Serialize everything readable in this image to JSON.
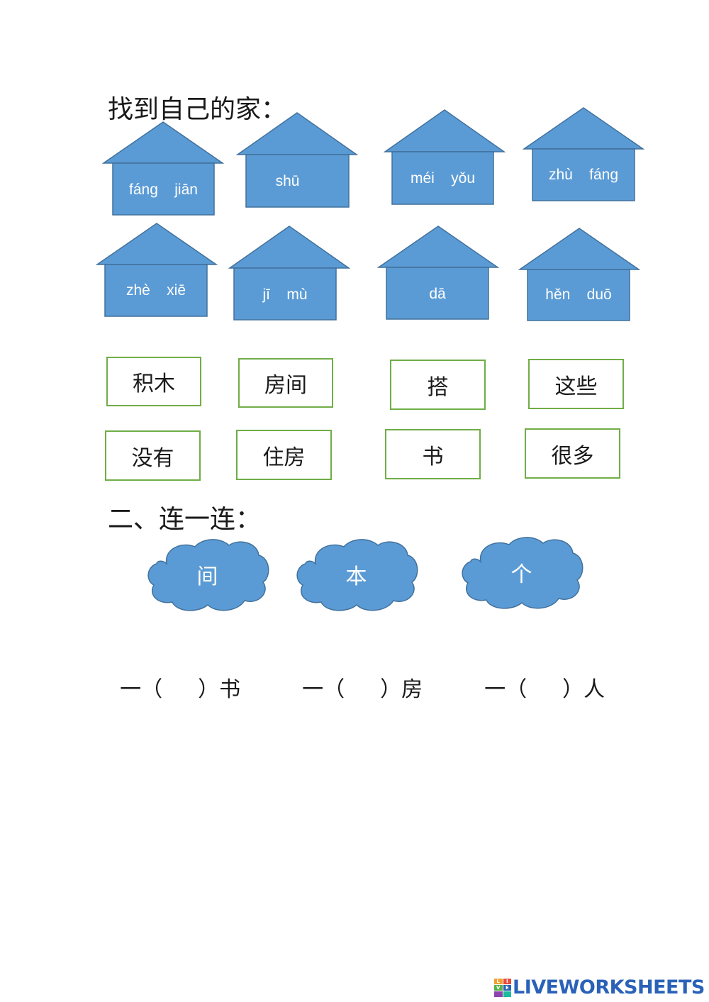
{
  "section1": {
    "title": "找到自己的家："
  },
  "houses": [
    {
      "label": "fáng    jiān"
    },
    {
      "label": "shū"
    },
    {
      "label": "méi    yǒu"
    },
    {
      "label": "zhù    fáng"
    },
    {
      "label": "zhè    xiē"
    },
    {
      "label": "jī    mù"
    },
    {
      "label": "dā"
    },
    {
      "label": "hěn    duō"
    }
  ],
  "words": [
    "积木",
    "房间",
    "搭",
    "这些",
    "没有",
    "住房",
    "书",
    "很多"
  ],
  "section2": {
    "title": "二、连一连："
  },
  "clouds": [
    "间",
    "本",
    "个"
  ],
  "phrases": [
    {
      "prefix": "一（",
      "suffix": "）书"
    },
    {
      "prefix": "一（",
      "suffix": "）房"
    },
    {
      "prefix": "一（",
      "suffix": "）人"
    }
  ],
  "colors": {
    "house_fill": "#5b9bd5",
    "house_stroke": "#41719c",
    "box_border": "#70ad47"
  },
  "icons": {
    "house": "house-shape",
    "cloud": "cloud-shape"
  },
  "brand": {
    "text": "LIVEWORKSHEETS",
    "logo_letters": [
      "L",
      "I",
      "V",
      "E"
    ]
  }
}
